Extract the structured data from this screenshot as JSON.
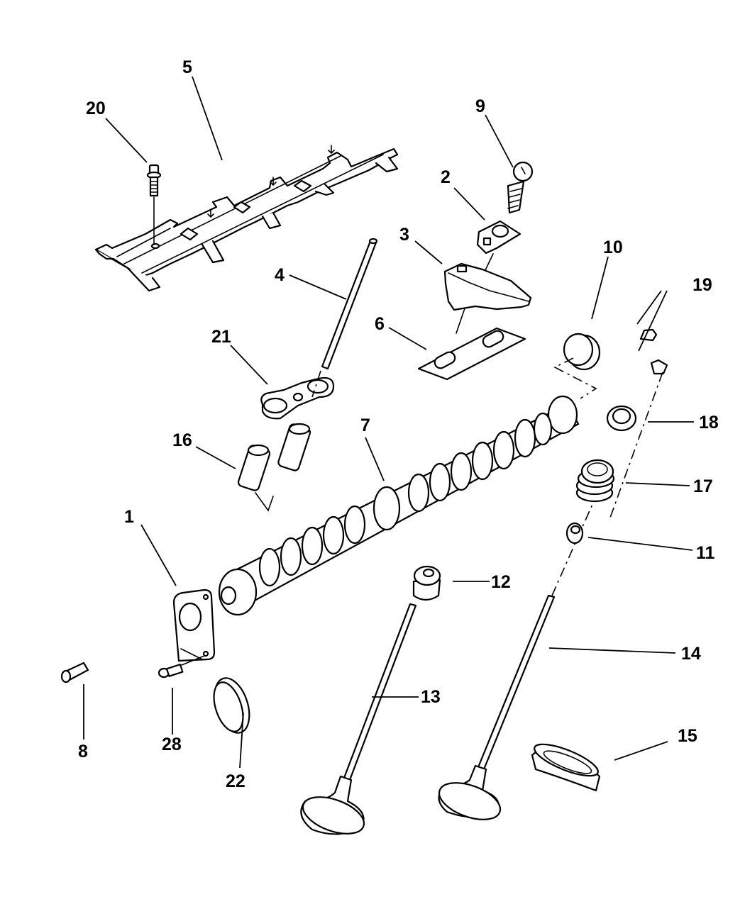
{
  "diagram": {
    "title": "",
    "type": "exploded-parts-view",
    "subject": "camshaft and valve train",
    "colors": {
      "line": "#000000",
      "background": "#ffffff"
    }
  },
  "callouts": [
    {
      "id": "c1",
      "label": "1"
    },
    {
      "id": "c2",
      "label": "2"
    },
    {
      "id": "c3",
      "label": "3"
    },
    {
      "id": "c4",
      "label": "4"
    },
    {
      "id": "c5",
      "label": "5"
    },
    {
      "id": "c6",
      "label": "6"
    },
    {
      "id": "c7",
      "label": "7"
    },
    {
      "id": "c8",
      "label": "8"
    },
    {
      "id": "c9",
      "label": "9"
    },
    {
      "id": "c10",
      "label": "10"
    },
    {
      "id": "c11",
      "label": "11"
    },
    {
      "id": "c12",
      "label": "12"
    },
    {
      "id": "c13",
      "label": "13"
    },
    {
      "id": "c14",
      "label": "14"
    },
    {
      "id": "c15",
      "label": "15"
    },
    {
      "id": "c16",
      "label": "16"
    },
    {
      "id": "c17",
      "label": "17"
    },
    {
      "id": "c18",
      "label": "18"
    },
    {
      "id": "c19",
      "label": "19"
    },
    {
      "id": "c20",
      "label": "20"
    },
    {
      "id": "c21",
      "label": "21"
    },
    {
      "id": "c22",
      "label": "22"
    },
    {
      "id": "c28",
      "label": "28"
    }
  ]
}
